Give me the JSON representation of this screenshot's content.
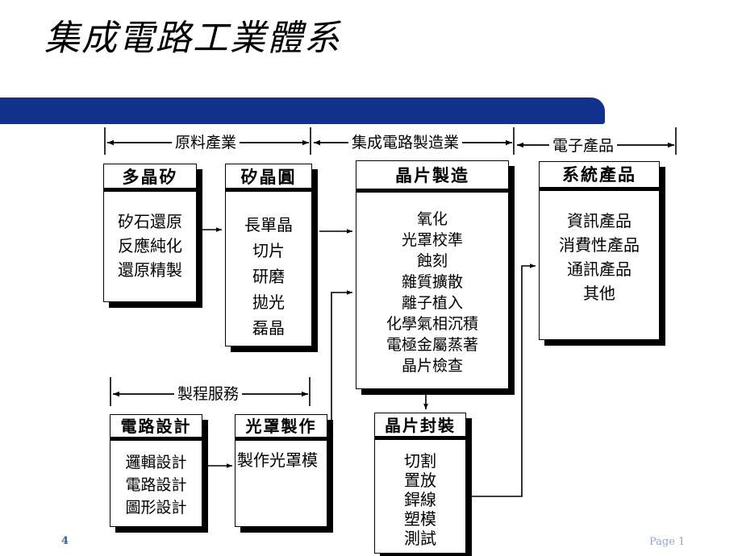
{
  "slide": {
    "title": "集成電路工業體系",
    "banner_color": "#12318c",
    "background_color": "#ffffff"
  },
  "footer": {
    "page_number": "4",
    "page_label": "Page 1",
    "number_color": "#3c6191",
    "label_color": "#8fa8c4"
  },
  "diagram": {
    "brackets": [
      {
        "id": "material",
        "label": "原料產業"
      },
      {
        "id": "icmfg",
        "label": "集成電路製造業"
      },
      {
        "id": "elec",
        "label": "電子產品"
      },
      {
        "id": "service",
        "label": "製程服務"
      }
    ],
    "nodes": [
      {
        "id": "poly",
        "title": "多晶矽",
        "items": [
          "矽石還原",
          "反應純化",
          "還原精製"
        ]
      },
      {
        "id": "wafer",
        "title": "矽晶圓",
        "items": [
          "長單晶",
          "切片",
          "研磨",
          "拋光",
          "磊晶"
        ]
      },
      {
        "id": "fab",
        "title": "晶片製造",
        "items": [
          "氧化",
          "光罩校準",
          "蝕刻",
          "雜質擴散",
          "離子植入",
          "化學氣相沉積",
          "電極金屬蒸著",
          "晶片檢查"
        ]
      },
      {
        "id": "system",
        "title": "系統產品",
        "items": [
          "資訊產品",
          "消費性產品",
          "通訊產品",
          "其他"
        ]
      },
      {
        "id": "design",
        "title": "電路設計",
        "items": [
          "邏輯設計",
          "電路設計",
          "圖形設計"
        ]
      },
      {
        "id": "mask",
        "title": "光罩製作",
        "items": [
          "製作光罩模"
        ]
      },
      {
        "id": "package",
        "title": "晶片封裝",
        "items": [
          "切割",
          "置放",
          "銲線",
          "塑模",
          "測試"
        ]
      }
    ]
  }
}
